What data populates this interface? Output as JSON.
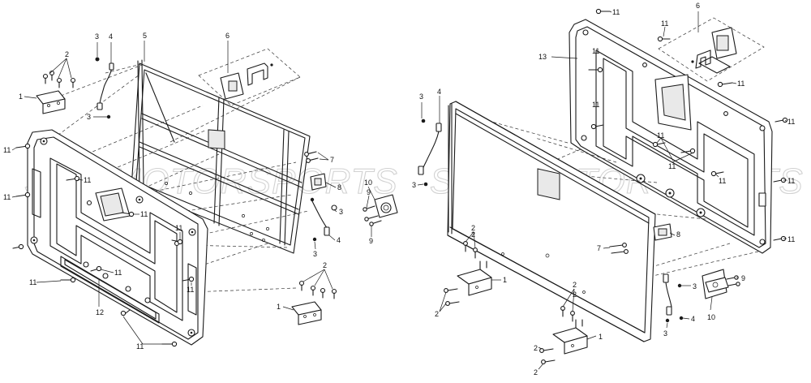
{
  "watermark": {
    "left": "SSR MOTORSPORTS",
    "right": "SSR MOTORSPORTS"
  },
  "left_view": {
    "callouts": [
      {
        "id": "l1",
        "text": "1"
      },
      {
        "id": "l2",
        "text": "2"
      },
      {
        "id": "l3a",
        "text": "3"
      },
      {
        "id": "l4a",
        "text": "4"
      },
      {
        "id": "l5",
        "text": "5"
      },
      {
        "id": "l6",
        "text": "6"
      },
      {
        "id": "l3b",
        "text": "3"
      },
      {
        "id": "l7",
        "text": "7"
      },
      {
        "id": "l8",
        "text": "8"
      },
      {
        "id": "l3c",
        "text": "3"
      },
      {
        "id": "l3d",
        "text": "3"
      },
      {
        "id": "l4b",
        "text": "4"
      },
      {
        "id": "l11a",
        "text": "11"
      },
      {
        "id": "l11b",
        "text": "11"
      },
      {
        "id": "l11c",
        "text": "11"
      },
      {
        "id": "l11d",
        "text": "11"
      },
      {
        "id": "l11e",
        "text": "11"
      },
      {
        "id": "l11f",
        "text": "11"
      },
      {
        "id": "l11g",
        "text": "11"
      },
      {
        "id": "l11h",
        "text": "11"
      },
      {
        "id": "l12",
        "text": "12"
      },
      {
        "id": "l2b",
        "text": "2"
      },
      {
        "id": "l1b",
        "text": "1"
      },
      {
        "id": "l10",
        "text": "10"
      },
      {
        "id": "l9a",
        "text": "9"
      },
      {
        "id": "l9b",
        "text": "9"
      }
    ]
  },
  "right_view": {
    "callouts": [
      {
        "id": "r11a",
        "text": "11"
      },
      {
        "id": "r6",
        "text": "6"
      },
      {
        "id": "r11b",
        "text": "11"
      },
      {
        "id": "r13",
        "text": "13"
      },
      {
        "id": "r11c",
        "text": "11"
      },
      {
        "id": "r11d",
        "text": "11"
      },
      {
        "id": "r11e",
        "text": "11"
      },
      {
        "id": "r11f",
        "text": "11"
      },
      {
        "id": "r11g",
        "text": "11"
      },
      {
        "id": "r11h",
        "text": "11"
      },
      {
        "id": "r11i",
        "text": "11"
      },
      {
        "id": "r11j",
        "text": "11"
      },
      {
        "id": "r11k",
        "text": "11"
      },
      {
        "id": "r3a",
        "text": "3"
      },
      {
        "id": "r4a",
        "text": "4"
      },
      {
        "id": "r3b",
        "text": "3"
      },
      {
        "id": "r2a",
        "text": "2"
      },
      {
        "id": "r2b",
        "text": "2"
      },
      {
        "id": "r1a",
        "text": "1"
      },
      {
        "id": "r2c",
        "text": "2"
      },
      {
        "id": "r7",
        "text": "7"
      },
      {
        "id": "r8",
        "text": "8"
      },
      {
        "id": "r3c",
        "text": "3"
      },
      {
        "id": "r9",
        "text": "9"
      },
      {
        "id": "r10",
        "text": "10"
      },
      {
        "id": "r4b",
        "text": "4"
      },
      {
        "id": "r3d",
        "text": "3"
      },
      {
        "id": "r2d",
        "text": "2"
      },
      {
        "id": "r1b",
        "text": "1"
      },
      {
        "id": "r2e",
        "text": "2"
      },
      {
        "id": "r2f",
        "text": "2"
      }
    ]
  }
}
